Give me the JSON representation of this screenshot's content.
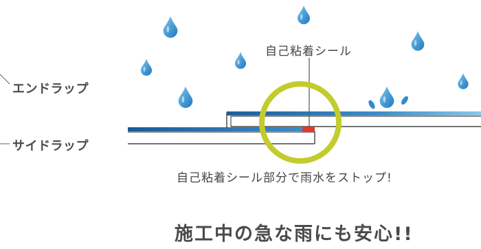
{
  "labels": {
    "end_wrap": "エンドラップ",
    "side_wrap": "サイドラップ",
    "seal": "自己粘着シール"
  },
  "caption": "自己粘着シール部分で雨水をストップ!",
  "headline": "施工中の急な雨にも安心!!",
  "colors": {
    "sheet_blue": "#1f6aa8",
    "sheet_light": "#5aa9d6",
    "seal_red": "#e23a2a",
    "circle_green": "#c2cc2c",
    "drop_blue": "#2f8ccf",
    "text": "#444444"
  },
  "icons": [
    "raindrop-icon",
    "highlight-circle"
  ]
}
